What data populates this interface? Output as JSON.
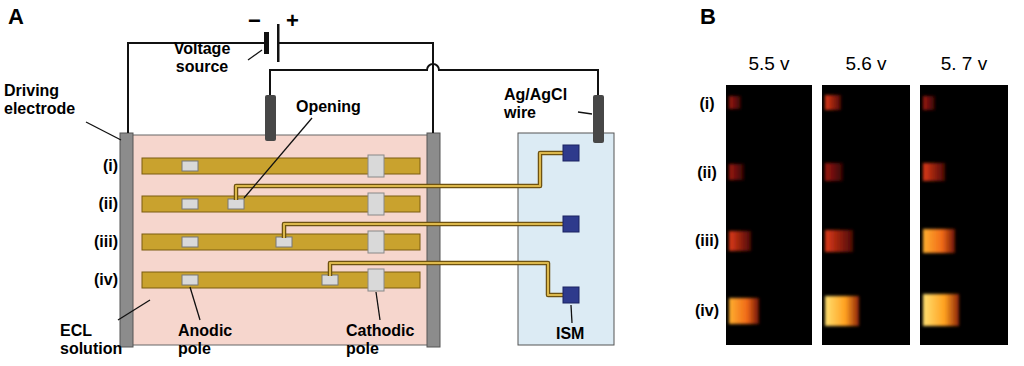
{
  "diagram": {
    "nodes": [
      {
        "text": [
          "5.5 v"
        ]
      },
      {
        "text": [
          "5.6 v"
        ]
      },
      {
        "text": [
          "5. 7 v"
        ]
      }
    ],
    "labels": [
      "A",
      "−",
      "+",
      "Voltage source",
      "Driving electrode",
      "Opening",
      "Ag/AgCl wire",
      "(i)",
      "(ii)",
      "(iii)",
      "(iv)",
      "ECL solution",
      "Anodic pole",
      "Cathodic pole",
      "ISM",
      "B",
      "(i)",
      "(ii)",
      "(iii)",
      "(iv)"
    ]
  }
}
